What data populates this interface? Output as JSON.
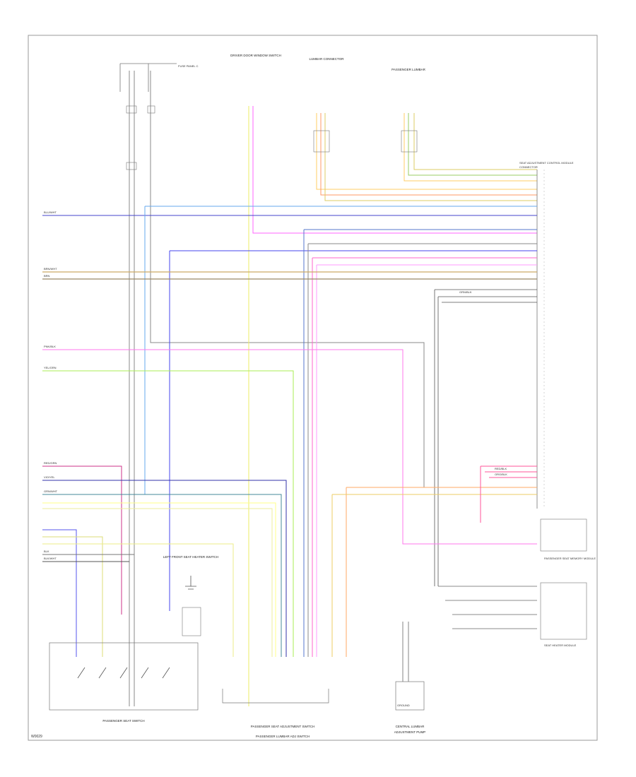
{
  "components": {
    "fuse_block": "FUSE PANEL C",
    "driver_door_switch": "DRIVER DOOR WINDOW SWITCH",
    "lumbar_connector_top": "LUMBAR CONNECTOR",
    "passenger_lumbar": "PASSENGER LUMBAR",
    "seat_module": "SEAT ADJUSTMENT CONTROL MODULE",
    "seat_module_connector": "CONNECTOR",
    "passenger_memory_module": "PASSENGER SEAT MEMORY MODULE",
    "passenger_seat_switch": "PASSENGER SEAT SWITCH",
    "ground": "GROUND",
    "passenger_seat_adjust_switch": "PASSENGER SEAT ADJUSTMENT SWITCH",
    "left_front_heater": "LEFT FRONT SEAT HEATER SWITCH",
    "passenger_lumbar_switch": "PASSENGER LUMBAR ADJ SWITCH",
    "central_lumbar": "CENTRAL LUMBAR",
    "lumbar_adj_pump": "ADJUSTMENT PUMP",
    "seat_heater_module": "SEAT HEATER MODULE"
  },
  "wire_labels": {
    "brn_wht": "BRN/WHT",
    "blu_wht": "BLU/WHT",
    "grn_blk": "GRN/BLK",
    "pnk_blk": "PNK/BLK",
    "yel_grn": "YEL/GRN",
    "red_grn": "RED/GRN",
    "vio_yel": "VIO/YEL",
    "blk": "BLK",
    "blk_wht": "BLK/WHT",
    "grn_wht": "GRN/WHT",
    "org_blk": "ORG/BLK",
    "red_blk": "RED/BLK",
    "brn": "BRN"
  },
  "footer_ref": "W0029"
}
